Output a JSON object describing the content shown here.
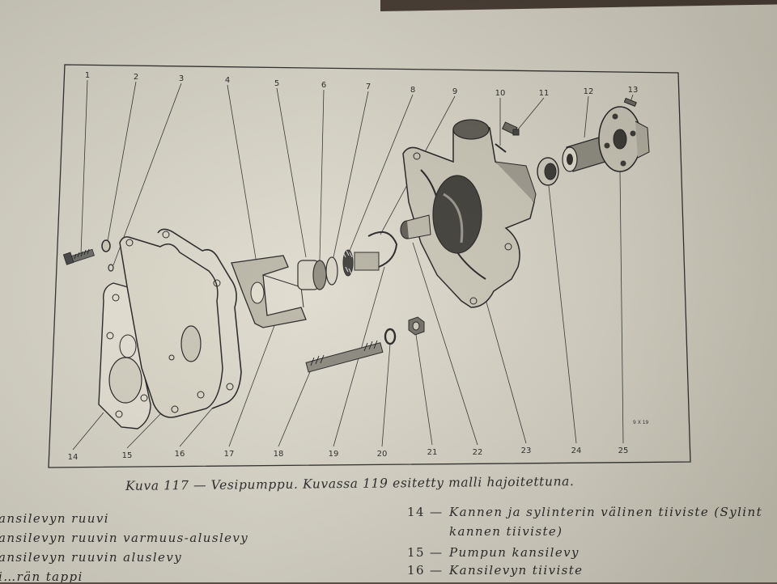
{
  "figure": {
    "code": "9 X 19",
    "callouts": [
      "1",
      "2",
      "3",
      "4",
      "5",
      "6",
      "7",
      "8",
      "9",
      "10",
      "11",
      "12",
      "13",
      "14",
      "15",
      "16",
      "17",
      "18",
      "19",
      "20",
      "21",
      "22",
      "23",
      "24",
      "25"
    ]
  },
  "caption": "Kuva 117 — Vesipumppu.  Kuvassa 119 esitetty malli hajoitettuna.",
  "legend_left": [
    {
      "text": "ansilevyn ruuvi"
    },
    {
      "text": "ansilevyn ruuvin varmuus-aluslevy"
    },
    {
      "text": "ansilevyn ruuvin aluslevy"
    },
    {
      "text": "i…rän tappi"
    }
  ],
  "legend_right": [
    {
      "num": "14",
      "text": "Kannen ja sylinterin välinen tiiviste (Sylint"
    },
    {
      "num": "",
      "text": "kannen tiiviste)"
    },
    {
      "num": "15",
      "text": "Pumpun kansilevy"
    },
    {
      "num": "16",
      "text": "Kansilevyn tiiviste"
    }
  ]
}
